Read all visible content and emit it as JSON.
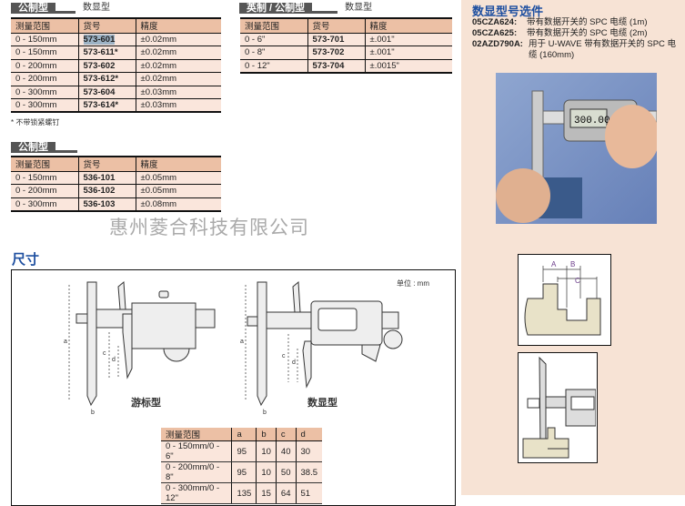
{
  "table1": {
    "tag": "公制型",
    "subtitle": "数显型",
    "headers": [
      "测量范围",
      "货号",
      "精度"
    ],
    "rows": [
      [
        "0 - 150mm",
        "573-601",
        "±0.02mm"
      ],
      [
        "0 - 150mm",
        "573-611*",
        "±0.02mm"
      ],
      [
        "0 - 200mm",
        "573-602",
        "±0.02mm"
      ],
      [
        "0 - 200mm",
        "573-612*",
        "±0.02mm"
      ],
      [
        "0 - 300mm",
        "573-604",
        "±0.03mm"
      ],
      [
        "0 - 300mm",
        "573-614*",
        "±0.03mm"
      ]
    ],
    "note": "* 不带锁紧螺钉"
  },
  "table2": {
    "tag": "英制 / 公制型",
    "subtitle": "数显型",
    "headers": [
      "测量范围",
      "货号",
      "精度"
    ],
    "rows": [
      [
        "0 - 6\"",
        "573-701",
        "±.001\""
      ],
      [
        "0 - 8\"",
        "573-702",
        "±.001\""
      ],
      [
        "0 - 12\"",
        "573-704",
        "±.0015\""
      ]
    ]
  },
  "table3": {
    "tag": "公制型",
    "headers": [
      "测量范围",
      "货号",
      "精度"
    ],
    "rows": [
      [
        "0 - 150mm",
        "536-101",
        "±0.05mm"
      ],
      [
        "0 - 200mm",
        "536-102",
        "±0.05mm"
      ],
      [
        "0 - 300mm",
        "536-103",
        "±0.08mm"
      ]
    ]
  },
  "watermark": "惠州菱合科技有限公司",
  "accessories": {
    "title": "数显型号选件",
    "items": [
      {
        "code": "05CZA624:",
        "desc": "带有数据开关的 SPC 电缆 (1m)"
      },
      {
        "code": "05CZA625:",
        "desc": "带有数据开关的 SPC 电缆 (2m)"
      },
      {
        "code": "02AZD790A:",
        "desc": "用于 U-WAVE 带有数据开关的 SPC 电缆 (160mm)"
      }
    ]
  },
  "dimensions": {
    "title": "尺寸",
    "unit": "单位 : mm",
    "vernier_label": "游标型",
    "digital_label": "数显型",
    "headers": [
      "测量范围",
      "a",
      "b",
      "c",
      "d"
    ],
    "rows": [
      [
        "0 - 150mm/0 - 6\"",
        "95",
        "10",
        "40",
        "30"
      ],
      [
        "0 - 200mm/0 - 8\"",
        "95",
        "10",
        "50",
        "38.5"
      ],
      [
        "0 - 300mm/0 - 12\"",
        "135",
        "15",
        "64",
        "51"
      ]
    ]
  },
  "diagram_labels": {
    "a": "A",
    "b": "B",
    "c": "C"
  },
  "photo_display": "300.00"
}
